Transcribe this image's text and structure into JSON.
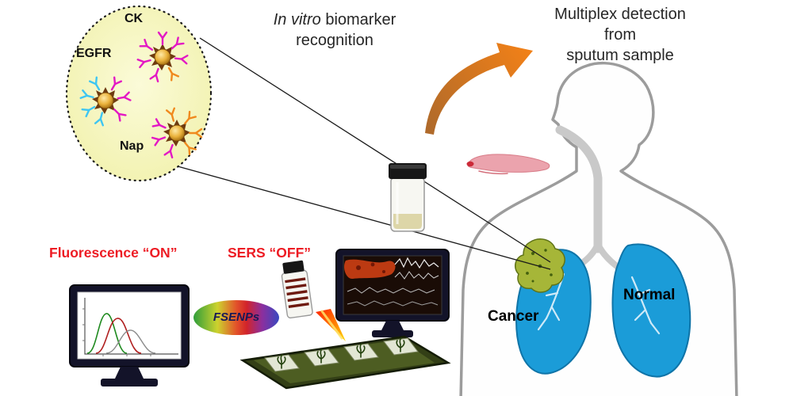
{
  "figure": {
    "inset": {
      "ck": "CK",
      "egfr": "EGFR",
      "nap": "Nap"
    },
    "captions": {
      "invitro_em": "In vitro",
      "invitro_rest": " biomarker",
      "invitro_line2": "recognition",
      "multiplex_line1": "Multiplex detection",
      "multiplex_line2": "from",
      "multiplex_line3": "sputum sample"
    },
    "status": {
      "fluorescence": "Fluorescence “ON”",
      "sers": "SERS “OFF”"
    },
    "fsenps": "FSENPs",
    "anatomy": {
      "cancer": "Cancer",
      "normal": "Normal"
    },
    "colors": {
      "status_red": "#ed1c24",
      "inset_yellow": "#f1f1ac",
      "lung_blue": "#1b9cd8",
      "cancer_green": "#a6b638",
      "arrow_orange": "#f08018",
      "gold_nanoparticle": "#eab23c",
      "antibody_magenta": "#e318c4",
      "antibody_cyan": "#3ec6f2",
      "antibody_orange": "#f08a1e"
    }
  }
}
